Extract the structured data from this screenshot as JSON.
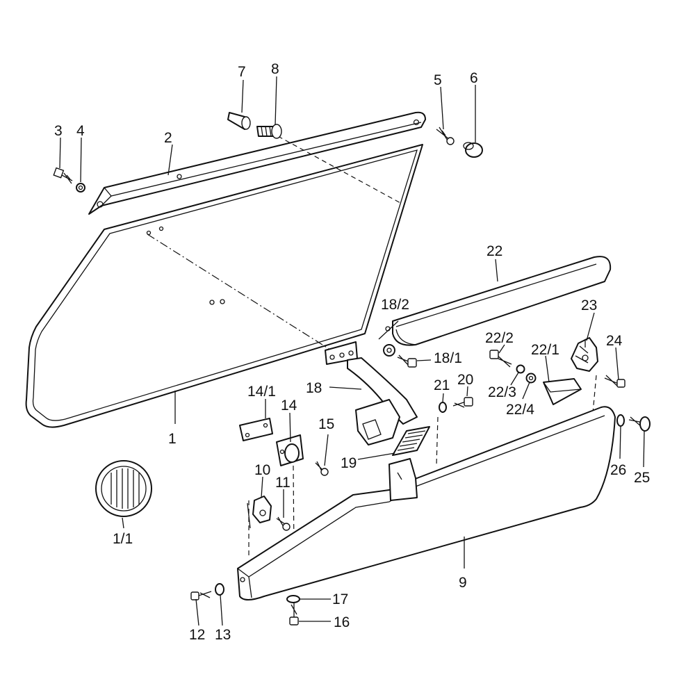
{
  "diagram": {
    "callouts": [
      {
        "id": "p1",
        "label": "1"
      },
      {
        "id": "p1_1",
        "label": "1/1"
      },
      {
        "id": "p2",
        "label": "2"
      },
      {
        "id": "p3",
        "label": "3"
      },
      {
        "id": "p4",
        "label": "4"
      },
      {
        "id": "p5",
        "label": "5"
      },
      {
        "id": "p6",
        "label": "6"
      },
      {
        "id": "p7",
        "label": "7"
      },
      {
        "id": "p8",
        "label": "8"
      },
      {
        "id": "p9",
        "label": "9"
      },
      {
        "id": "p10",
        "label": "10"
      },
      {
        "id": "p11",
        "label": "11"
      },
      {
        "id": "p12",
        "label": "12"
      },
      {
        "id": "p13",
        "label": "13"
      },
      {
        "id": "p14",
        "label": "14"
      },
      {
        "id": "p14_1",
        "label": "14/1"
      },
      {
        "id": "p15",
        "label": "15"
      },
      {
        "id": "p16",
        "label": "16"
      },
      {
        "id": "p17",
        "label": "17"
      },
      {
        "id": "p18",
        "label": "18"
      },
      {
        "id": "p18_1",
        "label": "18/1"
      },
      {
        "id": "p18_2",
        "label": "18/2"
      },
      {
        "id": "p19",
        "label": "19"
      },
      {
        "id": "p20",
        "label": "20"
      },
      {
        "id": "p21",
        "label": "21"
      },
      {
        "id": "p22",
        "label": "22"
      },
      {
        "id": "p22_1",
        "label": "22/1"
      },
      {
        "id": "p22_2",
        "label": "22/2"
      },
      {
        "id": "p22_3",
        "label": "22/3"
      },
      {
        "id": "p22_4",
        "label": "22/4"
      },
      {
        "id": "p23",
        "label": "23"
      },
      {
        "id": "p24",
        "label": "24"
      },
      {
        "id": "p25",
        "label": "25"
      },
      {
        "id": "p26",
        "label": "26"
      }
    ]
  }
}
